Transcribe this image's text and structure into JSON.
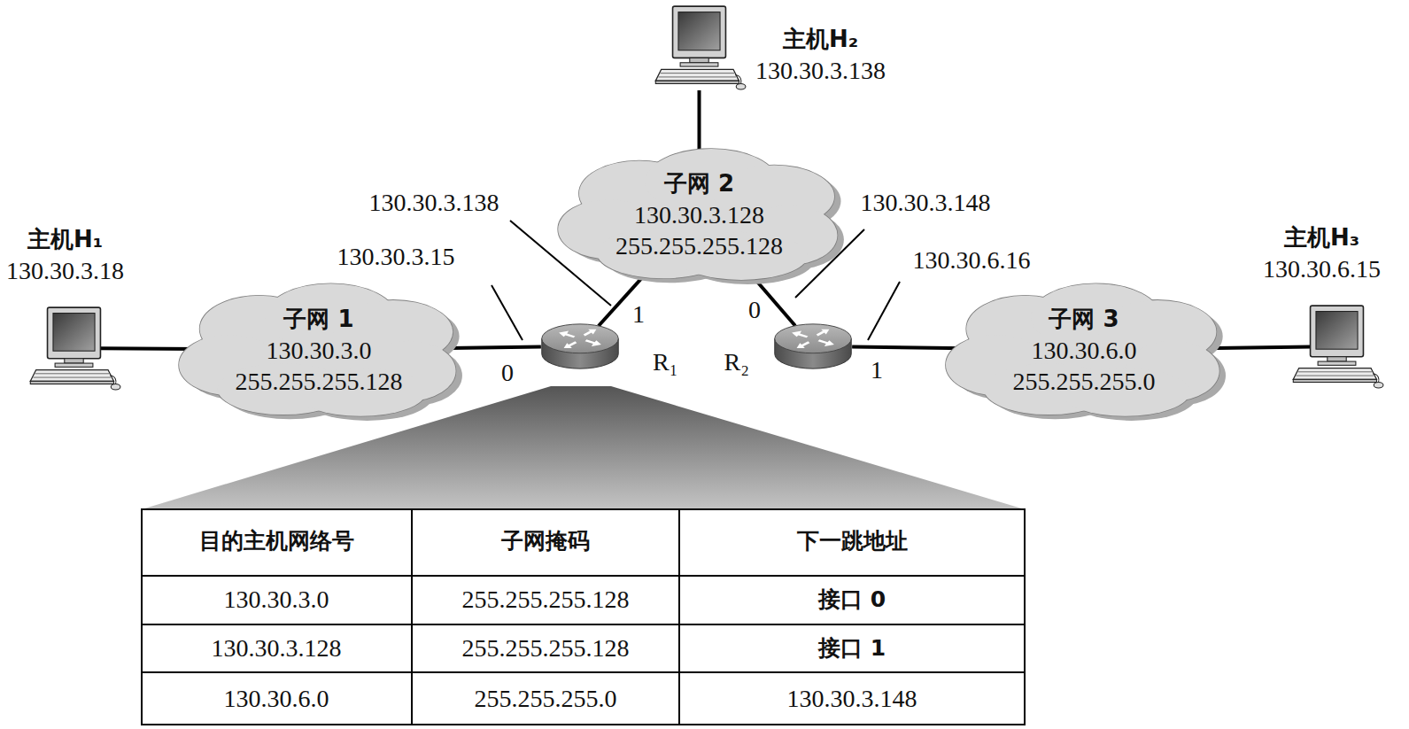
{
  "diagram": {
    "nodes": [
      {
        "text": [
          "主机H₁",
          "130.30.3.18"
        ]
      },
      {
        "text": [
          "子网 1",
          "130.30.3.0",
          "255.255.255.128"
        ]
      },
      {
        "text": [
          "R₁"
        ]
      },
      {
        "text": [
          "子网 2",
          "130.30.3.128",
          "255.255.255.128"
        ]
      },
      {
        "text": [
          "主机H₂",
          "130.30.3.138"
        ]
      },
      {
        "text": [
          "R₂"
        ]
      },
      {
        "text": [
          "子网 3",
          "130.30.6.0",
          "255.255.255.0"
        ]
      },
      {
        "text": [
          "主机H₃",
          "130.30.6.15"
        ]
      }
    ],
    "edges": [
      {
        "from": 0,
        "to": 1,
        "arrow": "none"
      },
      {
        "from": 1,
        "to": 2,
        "arrow": "none"
      },
      {
        "from": 2,
        "to": 3,
        "arrow": "none"
      },
      {
        "from": 3,
        "to": 4,
        "arrow": "none"
      },
      {
        "from": 3,
        "to": 5,
        "arrow": "none"
      },
      {
        "from": 5,
        "to": 6,
        "arrow": "none"
      },
      {
        "from": 6,
        "to": 7,
        "arrow": "none"
      }
    ],
    "labels": [
      "130.30.3.138",
      "130.30.3.15",
      "0",
      "1",
      "130.30.3.148",
      "130.30.6.16",
      "0",
      "1",
      "目的主机网络号",
      "子网掩码",
      "下一跳地址",
      "130.30.3.0",
      "255.255.255.128",
      "接口 0",
      "130.30.3.128",
      "255.255.255.128",
      "接口 1",
      "130.30.6.0",
      "255.255.255.0",
      "130.30.3.148"
    ]
  }
}
